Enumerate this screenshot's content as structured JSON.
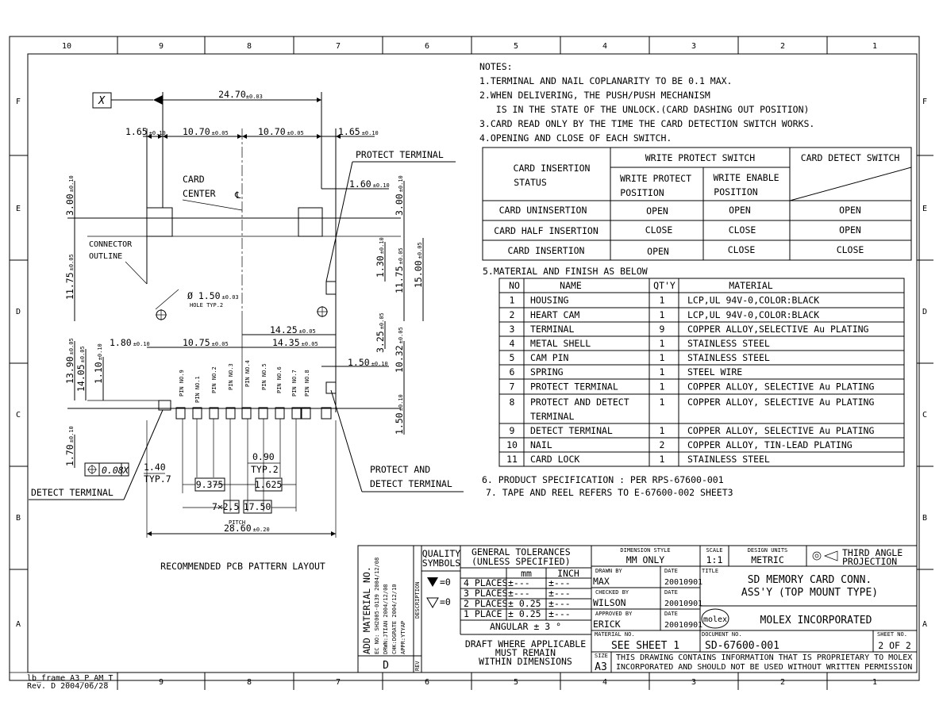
{
  "zones": {
    "cols_top": [
      "10",
      "9",
      "8",
      "7",
      "6",
      "5",
      "4",
      "3",
      "2",
      "1"
    ],
    "cols_bottom": [
      "9",
      "8",
      "7",
      "6",
      "5",
      "4",
      "3",
      "2",
      "1"
    ],
    "rows": [
      "F",
      "E",
      "D",
      "C",
      "B",
      "A"
    ]
  },
  "frame": {
    "name": "lb_frame_A3_P_AM_T",
    "rev": "Rev. D 2004/06/28"
  },
  "notes": {
    "heading": "NOTES:",
    "lines": [
      "1.TERMINAL AND NAIL COPLANARITY TO BE 0.1 MAX.",
      "2.WHEN DELIVERING, THE PUSH/PUSH MECHANISM",
      "   IS IN THE STATE OF THE UNLOCK.(CARD DASHING OUT POSITION)",
      "3.CARD READ ONLY BY THE TIME THE CARD DETECTION SWITCH WORKS.",
      "4.OPENING AND CLOSE OF EACH SWITCH."
    ],
    "note5": "5.MATERIAL AND FINISH AS BELOW",
    "note6": "6. PRODUCT SPECIFICATION : PER RPS-67600-001",
    "note7": "7. TAPE AND REEL REFERS TO E-67600-002 SHEET3"
  },
  "switch_table": {
    "status_header": [
      "CARD INSERTION",
      "STATUS"
    ],
    "wp_header": "WRITE PROTECT SWITCH",
    "cd_header": "CARD DETECT SWITCH",
    "wp_sub1": [
      "WRITE PROTECT",
      "POSITION"
    ],
    "wp_sub2": [
      "WRITE ENABLE",
      "POSITION"
    ],
    "rows": [
      [
        "CARD UNINSERTION",
        "OPEN",
        "OPEN",
        "OPEN"
      ],
      [
        "CARD HALF INSERTION",
        "CLOSE",
        "CLOSE",
        "OPEN"
      ],
      [
        "CARD INSERTION",
        "OPEN",
        "CLOSE",
        "CLOSE"
      ]
    ]
  },
  "material_table": {
    "headers": [
      "NO",
      "NAME",
      "QT'Y",
      "MATERIAL"
    ],
    "rows": [
      {
        "no": "1",
        "name": [
          "HOUSING"
        ],
        "qty": "1",
        "material": "LCP,UL 94V-0,COLOR:BLACK"
      },
      {
        "no": "2",
        "name": [
          "HEART CAM"
        ],
        "qty": "1",
        "material": "LCP,UL 94V-0,COLOR:BLACK"
      },
      {
        "no": "3",
        "name": [
          "TERMINAL"
        ],
        "qty": "9",
        "material": "COPPER ALLOY,SELECTIVE Au PLATING"
      },
      {
        "no": "4",
        "name": [
          "METAL SHELL"
        ],
        "qty": "1",
        "material": "STAINLESS STEEL"
      },
      {
        "no": "5",
        "name": [
          "CAM PIN"
        ],
        "qty": "1",
        "material": "STAINLESS STEEL"
      },
      {
        "no": "6",
        "name": [
          "SPRING"
        ],
        "qty": "1",
        "material": "STEEL WIRE"
      },
      {
        "no": "7",
        "name": [
          "PROTECT TERMINAL"
        ],
        "qty": "1",
        "material": "COPPER ALLOY, SELECTIVE Au PLATING"
      },
      {
        "no": "8",
        "name": [
          "PROTECT AND DETECT",
          "TERMINAL"
        ],
        "qty": "1",
        "material": "COPPER ALLOY, SELECTIVE Au PLATING"
      },
      {
        "no": "9",
        "name": [
          "DETECT TERMINAL"
        ],
        "qty": "1",
        "material": "COPPER ALLOY, SELECTIVE Au PLATING"
      },
      {
        "no": "10",
        "name": [
          "NAIL"
        ],
        "qty": "2",
        "material": "COPPER ALLOY, TIN-LEAD PLATING"
      },
      {
        "no": "11",
        "name": [
          "CARD LOCK"
        ],
        "qty": "1",
        "material": "STAINLESS STEEL"
      }
    ]
  },
  "drawing": {
    "datum": "X",
    "dims": {
      "overall_top": "24.70",
      "tol_overall_top": "±0.03",
      "d165a": "1.65",
      "tol_010": "±0.10",
      "d1070a": "10.70",
      "d1070b": "10.70",
      "tol_005": "±0.05",
      "d165b": "1.65",
      "d160": "1.60",
      "d300a": "3.00",
      "d300b": "3.00",
      "d1175a": "11.75",
      "d1175b": "11.75",
      "d1500": "15.00",
      "d130": "1.30",
      "d325": "3.25",
      "d1425": "14.25",
      "d1435": "14.35",
      "d180": "1.80",
      "d1075": "10.75",
      "d150a": "1.50",
      "d1032": "10.32",
      "d1390": "13.90",
      "d1405": "14.05",
      "d110": "1.10",
      "d150b": "1.50",
      "d170": "1.70",
      "d140": "1.40",
      "typ7": "TYP.7",
      "d090": "0.90",
      "typ2": "TYP.2",
      "d9375": "9.375",
      "d1625": "1.625",
      "pitch_count": "7×",
      "pitch_val": "2.5",
      "d1750": "17.50",
      "pitch_label": "PITCH",
      "d2860": "28.60",
      "tol_020": "±0.20",
      "hole": "Ø 1.50",
      "tol_hole": "±0.03",
      "hole_label": "HOLE TYP.2",
      "fcf_tol": "0.08",
      "fcf_datum": "X"
    },
    "labels": {
      "card_center": [
        "CARD",
        "CENTER"
      ],
      "centerline": "℄",
      "connector_outline": [
        "CONNECTOR",
        "OUTLINE"
      ],
      "protect_terminal": "PROTECT TERMINAL",
      "protect_detect": [
        "PROTECT AND",
        "DETECT TERMINAL"
      ],
      "detect_terminal": "DETECT TERMINAL",
      "caption": "RECOMMENDED PCB PATTERN LAYOUT"
    },
    "pins": [
      "PIN NO.9",
      "PIN NO.1",
      "PIN NO.2",
      "PIN NO.3",
      "PIN NO.4",
      "PIN NO.5",
      "PIN NO.6",
      "PIN NO.7",
      "PIN NO.8"
    ]
  },
  "title_block": {
    "revisions": [
      "ADD MATERIAL NO.",
      "EC NO: SH2005-0139   2004/12/08",
      "DRWN:JTIAN           2004/12/08",
      "CHK:DGRATE           2004/12/10",
      "APPR:YTYAP"
    ],
    "rev_letter": "D",
    "rev_label": "REV",
    "desc_label": "DESCRIPTION",
    "quality": [
      "QUALITY",
      "SYMBOLS"
    ],
    "quality_eq": "=0",
    "tol_title": [
      "GENERAL TOLERANCES",
      "(UNLESS SPECIFIED)"
    ],
    "tol_unit_mm": "mm",
    "tol_unit_inch": "INCH",
    "tol_rows": [
      [
        "4 PLACES",
        "±---",
        "±---"
      ],
      [
        "3 PLACES",
        "±---",
        "±---"
      ],
      [
        "2 PLACES",
        "± 0.25",
        "±---"
      ],
      [
        "1 PLACE",
        "± 0.25",
        "±---"
      ]
    ],
    "angular": "ANGULAR ± 3 °",
    "draft": [
      "DRAFT WHERE APPLICABLE",
      "MUST REMAIN",
      "WITHIN DIMENSIONS"
    ],
    "dim_style_label": "DIMENSION STYLE",
    "dim_style": "MM ONLY",
    "scale_label": "SCALE",
    "scale": "1:1",
    "design_units_label": "DESIGN UNITS",
    "design_units": "METRIC",
    "projection": [
      "THIRD ANGLE",
      "PROJECTION"
    ],
    "drawn_by_label": "DRAWN BY",
    "drawn_by": "MAX",
    "checked_by_label": "CHECKED BY",
    "checked_by": "WILSON",
    "approved_by_label": "APPROVED BY",
    "approved_by": "ERICK",
    "date_label": "DATE",
    "date1": "20010901",
    "date2": "20010901",
    "date3": "20010901",
    "title_label": "TITLE",
    "title": [
      "SD MEMORY CARD CONN.",
      "ASS'Y (TOP MOUNT TYPE)"
    ],
    "company_logo": "molex",
    "company": "MOLEX INCORPORATED",
    "material_no_label": "MATERIAL NO.",
    "material_no": "SEE SHEET 1",
    "document_no_label": "DOCUMENT NO.",
    "document_no": "SD-67600-001",
    "sheet_no_label": "SHEET NO.",
    "sheet_no": "2 OF 2",
    "size_label": "SIZE",
    "size": "A3",
    "proprietary": [
      "THIS DRAWING CONTAINS INFORMATION THAT IS PROPRIETARY TO MOLEX",
      "INCORPORATED AND SHOULD NOT BE USED WITHOUT WRITTEN PERMISSION"
    ]
  }
}
